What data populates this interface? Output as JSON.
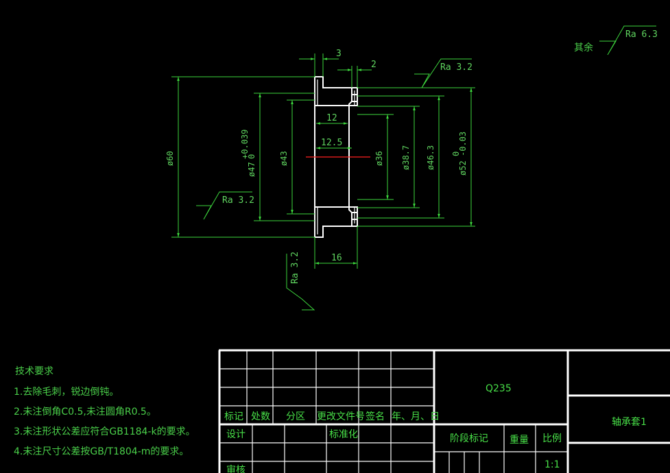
{
  "drawing": {
    "dimensions": {
      "d3": "3",
      "d2": "2",
      "d12": "12",
      "d12_5": "12.5",
      "d16": "16",
      "d60": "ø60",
      "d47": "ø47",
      "d47_tol_upper": "+0.039",
      "d47_tol_lower": "0",
      "d43": "ø43",
      "d36": "ø36",
      "d38_7": "ø38.7",
      "d46_3": "ø46.3",
      "d52": "ø52",
      "d52_tol_upper": "0",
      "d52_tol_lower": "-0.03"
    },
    "roughness": {
      "top": "Ra 3.2",
      "left": "Ra 3.2",
      "bottom": "Ra 3.2",
      "general": "Ra 6.3",
      "general_label": "其余"
    }
  },
  "notes": {
    "title": "技术要求",
    "items": [
      "1.去除毛刺，锐边倒钝。",
      "2.未注倒角C0.5,未注圆角R0.5。",
      "3.未注形状公差应符合GB1184-k的要求。",
      "4.未注尺寸公差按GB/T1804-m的要求。"
    ]
  },
  "title_block": {
    "material": "Q235",
    "part_name": "轴承套1",
    "headers": [
      "标记",
      "处数",
      "分区",
      "更改文件号",
      "签名",
      "年、月、日"
    ],
    "design": "设计",
    "standardize": "标准化",
    "review": "审核",
    "stage_mark": "阶段标记",
    "weight": "重量",
    "scale_label": "比例",
    "scale": "1:1"
  },
  "colors": {
    "background": "#000000",
    "outline": "#ffffff",
    "dimension": "#3dd63d",
    "centerline": "#ff2020"
  }
}
